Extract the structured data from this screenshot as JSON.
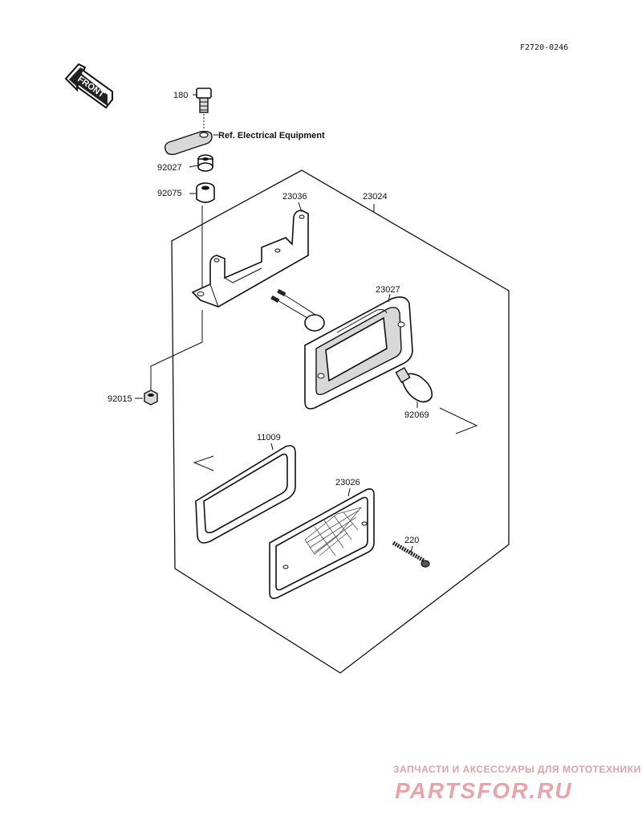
{
  "diagram": {
    "code": "F2720-0246",
    "front_label": "FRONT",
    "reference_note": "Ref. Electrical Equipment",
    "parts": {
      "bolt_180": "180",
      "collar_92027": "92027",
      "grommet_92075": "92075",
      "bracket_23036": "23036",
      "assembly_23024": "23024",
      "housing_23027": "23027",
      "nut_92015": "92015",
      "bulb_92069": "92069",
      "gasket_11009": "11009",
      "lens_23026": "23026",
      "screw_220": "220"
    }
  },
  "watermark": {
    "caption": "ЗАПЧАСТИ И АКСЕССУАРЫ ДЛЯ МОТОТЕХНИКИ",
    "logo": "PARTSFOR.RU"
  }
}
